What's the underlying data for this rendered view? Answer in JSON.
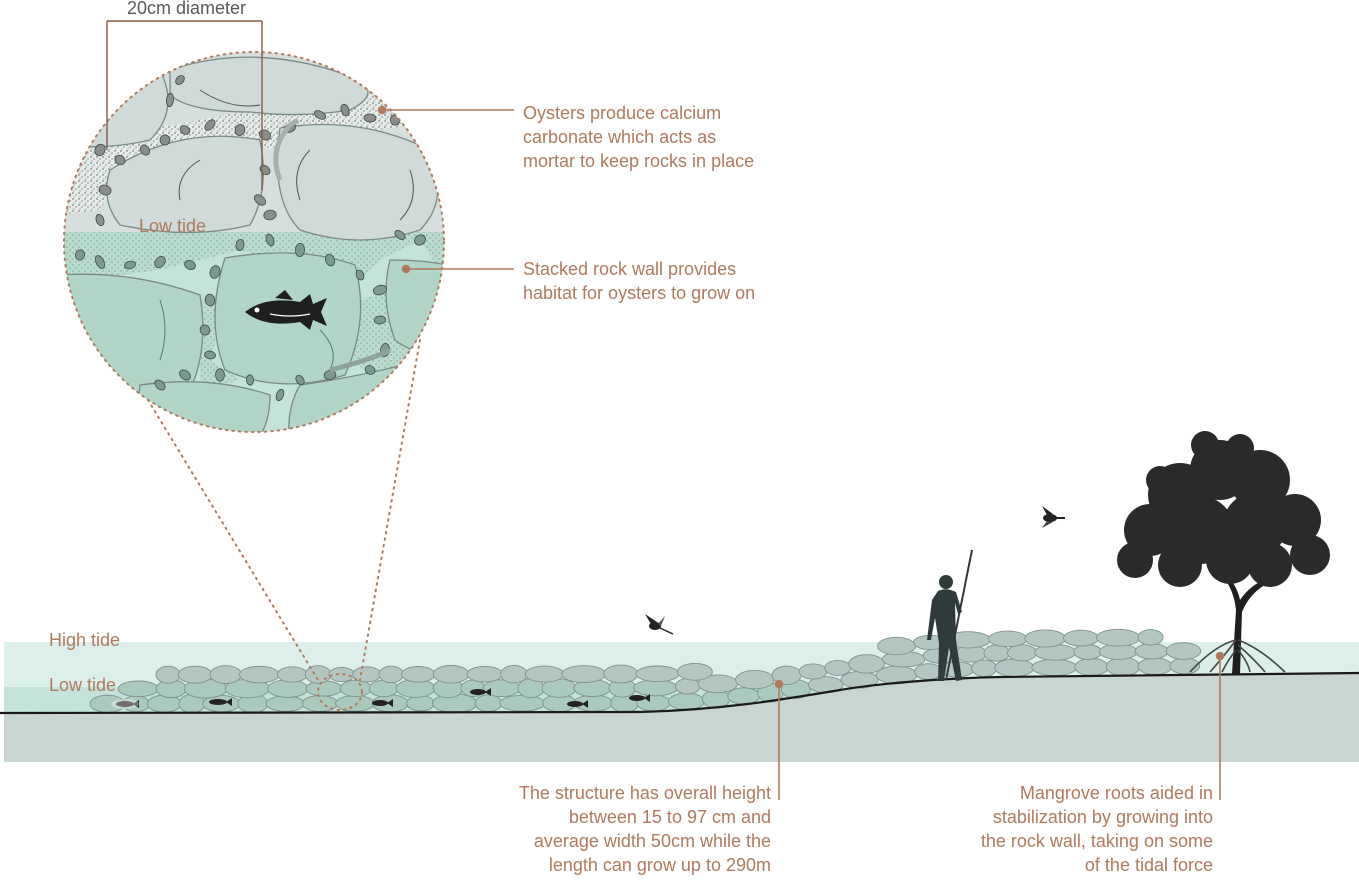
{
  "diagram": {
    "dimension_label": "20cm diameter",
    "circle_tide_label": "Low tide",
    "section_high_tide_label": "High tide",
    "section_low_tide_label": "Low tide",
    "annotations": {
      "oysters": "Oysters produce calcium\ncarbonate which acts as\nmortar to keep rocks in place",
      "rock_wall": "Stacked rock wall provides\nhabitat for oysters to grow on",
      "structure": "The structure has overall height\nbetween 15 to 97 cm and\naverage width 50cm while the\nlength can grow up to 290m",
      "mangrove": "Mangrove roots aided in\nstabilization by growing into\nthe rock wall, taking on some\nof the tidal force"
    },
    "colors": {
      "annotation_text": "#b07a5e",
      "leader_line": "#b07a5e",
      "water_high": "#dcefeb",
      "water_low": "#c4e3da",
      "ground": "#c9d5d3",
      "rock": "#b4c6c2",
      "rock_submerged": "#a9cabd",
      "silhouette": "#1f1f1f"
    }
  }
}
